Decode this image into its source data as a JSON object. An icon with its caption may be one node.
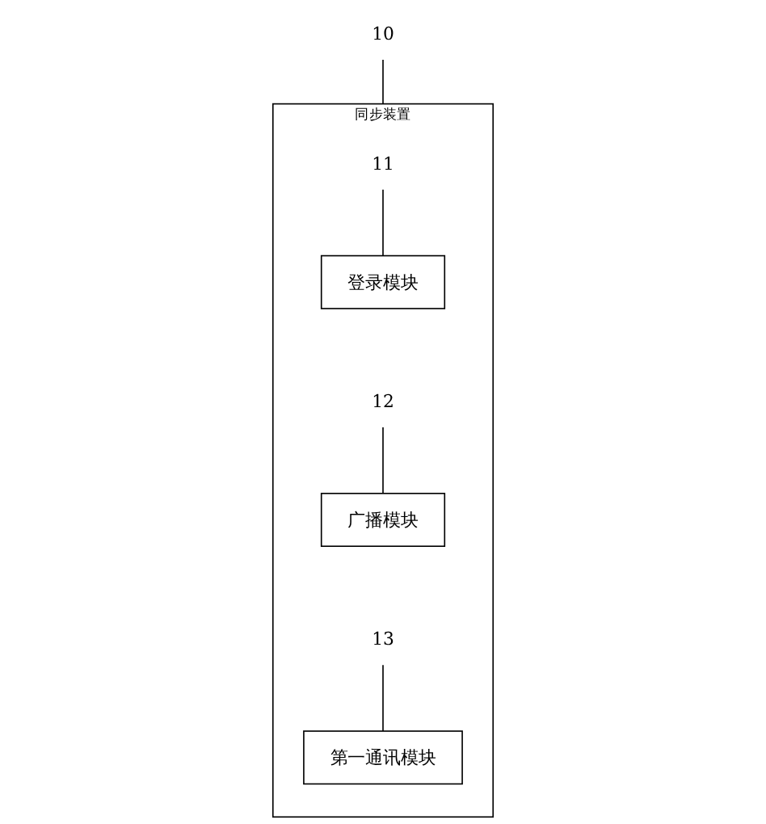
{
  "diagram": {
    "nodes": [
      {
        "text": [
          "同步装置"
        ]
      },
      {
        "text": [
          "登录模块"
        ],
        "in": 0
      },
      {
        "text": [
          "广播模块"
        ],
        "in": 0
      },
      {
        "text": [
          "第一通讯模块"
        ],
        "in": 0
      },
      {
        "text": [
          "10"
        ]
      },
      {
        "text": [
          "11"
        ],
        "in": 0
      },
      {
        "text": [
          "12"
        ],
        "in": 0
      },
      {
        "text": [
          "13"
        ],
        "in": 0
      }
    ],
    "edges": [
      {
        "from": 4,
        "to": 0,
        "arrow": "none"
      },
      {
        "from": 5,
        "to": 1,
        "arrow": "none"
      },
      {
        "from": 6,
        "to": 2,
        "arrow": "none"
      },
      {
        "from": 7,
        "to": 3,
        "arrow": "none"
      }
    ]
  }
}
